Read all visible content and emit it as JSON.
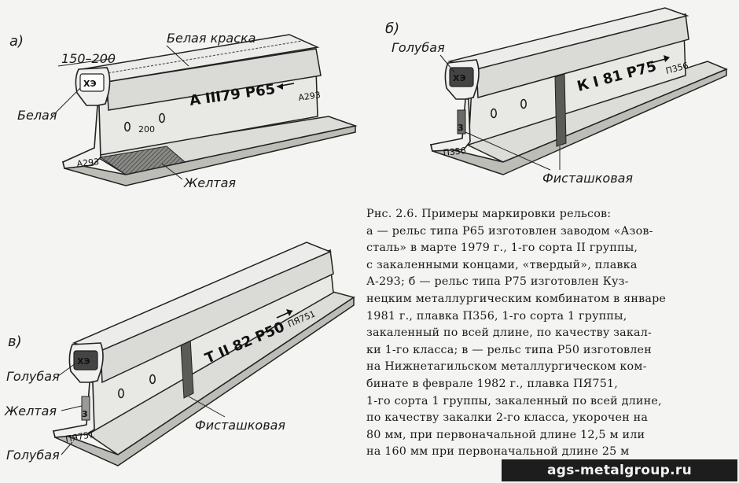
{
  "panel_a": {
    "letter": "а)",
    "dimension_top": "150–200",
    "paint_label": "Белая краска",
    "end_color": "Белая",
    "stamp": "А III79  Р65",
    "heat_number": "А293",
    "hole_spacing": "200",
    "end_heat": "А293",
    "foot_color": "Желтая"
  },
  "panel_b": {
    "letter": "б)",
    "end_color": "Голубая",
    "stamp": "К I 81  Р75",
    "heat_number": "П356",
    "grade_mark": "3",
    "end_heat": "П356",
    "band_color": "Фисташковая"
  },
  "panel_c": {
    "letter": "в)",
    "end_color": "Голубая",
    "web_color": "Желтая",
    "foot_color": "Голубая",
    "stamp": "Т II 82  Р50",
    "heat_number": "ПЯ751",
    "grade_mark": "3",
    "end_heat": "ПЯ751",
    "band_color": "Фисташковая"
  },
  "caption": {
    "lines": [
      "Рнс. 2.6. Примеры маркировки рельсов:",
      "а — рельс типа Р65 изготовлен заводом «Азов-",
      "сталь» в марте 1979 г., 1-го сорта II группы,",
      "с закаленными концами, «твердый», плавка",
      "А-293; б — рельс типа Р75 изготовлен Куз-",
      "нецким металлургическим комбинатом в январе",
      "1981 г., плавка П356, 1-го сорта 1 группы,",
      "закаленный по всей длине, по качеству закал-",
      "ки 1-го класса; в — рельс типа Р50 изготовлен",
      "на Нижнетагильском металлургическом ком-",
      "бинате в феврале 1982 г., плавка ПЯ751,",
      "1-го сорта 1 группы, закаленный по всей длине,",
      "по качеству закалки 2-го класса, укорочен на",
      "80 мм, при первоначальной длине 12,5 м или",
      "на 160 мм при первоначальной длине 25 м"
    ]
  },
  "watermark": "ags-metalgroup.ru",
  "colors": {
    "paper": "#f4f4f2",
    "ink": "#1a1a1a",
    "rail_light": "#e6e6e3",
    "rail_mid": "#cfcfcb",
    "rail_shade": "#9d9d98",
    "yellow_hatch": "#6a6a66",
    "pistachio": "#4a4a46",
    "watermark_bg": "#1d1d1d"
  }
}
